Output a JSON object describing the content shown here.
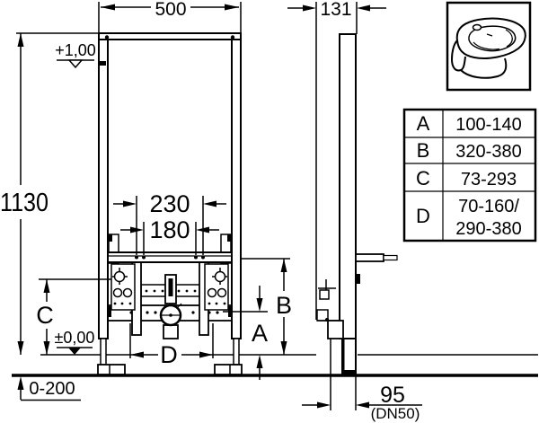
{
  "drawing_title": "bidet-installation-frame-technical-drawing",
  "colors": {
    "line": "#000000",
    "background": "#ffffff"
  },
  "dims": {
    "width": "500",
    "depth": "131",
    "height": "1130",
    "rail_outer": "230",
    "rail_inner": "180",
    "level_upper": "+1,00",
    "level_zero": "±0,00",
    "floor_buildup": "0-200",
    "drain_offset": "95",
    "drain_nominal": "(DN50)",
    "label_a": "A",
    "label_b": "B",
    "label_c": "C",
    "label_d": "D"
  },
  "table": {
    "rows": [
      {
        "label": "A",
        "value": "100-140"
      },
      {
        "label": "B",
        "value": "320-380"
      },
      {
        "label": "C",
        "value": "73-293"
      },
      {
        "label": "D",
        "value_line1": "70-160/",
        "value_line2": "290-380"
      }
    ]
  }
}
